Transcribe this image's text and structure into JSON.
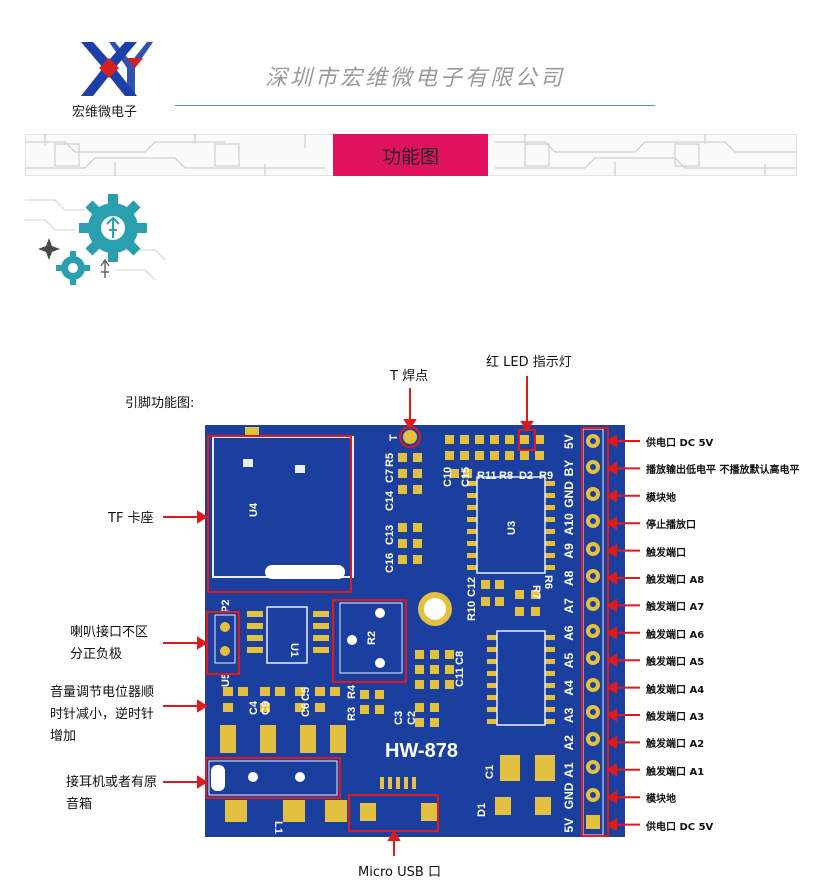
{
  "header": {
    "logo_text": "宏维微电子",
    "company": "深圳市宏维微电子有限公司",
    "banner_title": "功能图"
  },
  "diagram": {
    "heading": "引脚功能图:",
    "top_labels": {
      "t_pad": "T 焊点",
      "red_led": "红 LED 指示灯"
    },
    "left_labels": [
      "TF 卡座",
      "喇叭接口不区分正负极",
      "音量调节电位器顺时针减小，逆时针增加",
      "接耳机或者有原音箱"
    ],
    "bottom_label": "Micro USB 口",
    "pins": [
      {
        "name": "5V",
        "desc": "供电口 DC 5V"
      },
      {
        "name": "BY",
        "desc": "播放输出低电平 不播放默认高电平"
      },
      {
        "name": "GND",
        "desc": "模块地"
      },
      {
        "name": "A10",
        "desc": "停止播放口"
      },
      {
        "name": "A9",
        "desc": "触发端口"
      },
      {
        "name": "A8",
        "desc": "触发端口 A8"
      },
      {
        "name": "A7",
        "desc": "触发端口 A7"
      },
      {
        "name": "A6",
        "desc": "触发端口 A6"
      },
      {
        "name": "A5",
        "desc": "触发端口 A5"
      },
      {
        "name": "A4",
        "desc": "触发端口 A4"
      },
      {
        "name": "A3",
        "desc": "触发端口 A3"
      },
      {
        "name": "A2",
        "desc": "触发端口 A2"
      },
      {
        "name": "A1",
        "desc": "触发端口 A1"
      },
      {
        "name": "GND",
        "desc": "模块地"
      },
      {
        "name": "5V",
        "desc": "供电口 DC 5V"
      }
    ],
    "board": {
      "model": "HW-878",
      "labels": [
        "U4",
        "U3",
        "U1",
        "P2",
        "R2",
        "R9",
        "D2",
        "R8",
        "R11",
        "C15",
        "C10",
        "C7",
        "R5",
        "C14",
        "C13",
        "C16",
        "R10",
        "C12",
        "R7",
        "R6",
        "C8",
        "C11",
        "C2",
        "C3",
        "R3",
        "R4",
        "C5",
        "C6",
        "C4",
        "C9",
        "C1",
        "D1",
        "L1",
        "T",
        "U5"
      ]
    }
  },
  "colors": {
    "board": "#1b3f9e",
    "pad": "#e3c040",
    "silk": "#ffffff",
    "callout": "#e01a1a",
    "banner": "#e0125f",
    "teal": "#2a9fb0"
  },
  "icons": [
    "logo-hv-icon",
    "gear-icon",
    "sparkle-icon",
    "usb-icon",
    "circuit-pattern"
  ]
}
